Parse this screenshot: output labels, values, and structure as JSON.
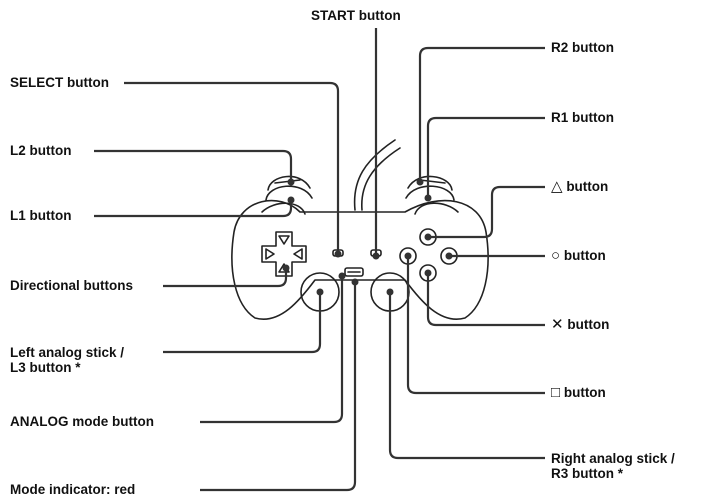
{
  "labels": {
    "start": "START button",
    "select": "SELECT button",
    "l2": "L2 button",
    "l1": "L1 button",
    "directional": "Directional buttons",
    "left_stick_line1": "Left analog stick /",
    "left_stick_line2": "L3 button *",
    "analog_mode": "ANALOG mode button",
    "mode_indicator": "Mode indicator: red",
    "r2": "R2 button",
    "r1": "R1 button",
    "triangle": "button",
    "circle": "button",
    "cross": "button",
    "square": "button",
    "right_stick_line1": "Right analog stick /",
    "right_stick_line2": "R3 button *"
  },
  "symbols": {
    "triangle": "△",
    "circle": "○",
    "cross": "✕",
    "square": "□"
  }
}
